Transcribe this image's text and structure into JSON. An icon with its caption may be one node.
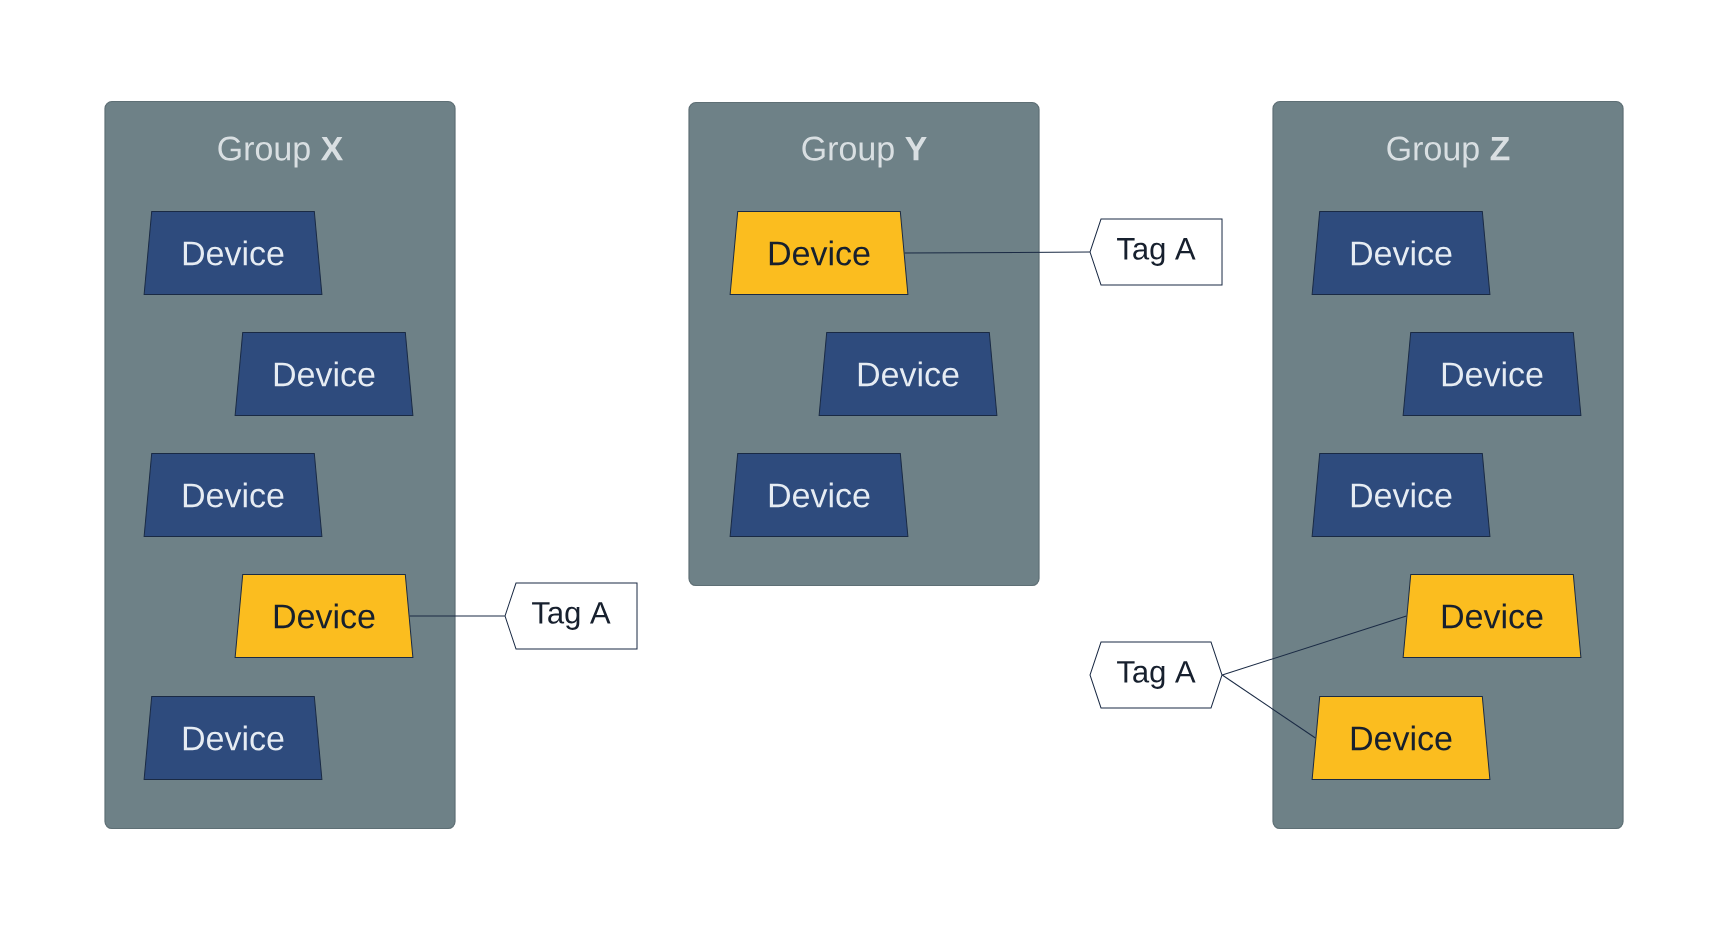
{
  "diagram": {
    "nodes": [
      {
        "text": [
          "Group **X**"
        ]
      },
      {
        "text": [
          "Device"
        ],
        "in": 0
      },
      {
        "text": [
          "Device"
        ],
        "in": 0
      },
      {
        "text": [
          "Device"
        ],
        "in": 0
      },
      {
        "text": [
          "Device"
        ],
        "in": 0
      },
      {
        "text": [
          "Device"
        ],
        "in": 0
      },
      {
        "text": [
          "Group **Y**"
        ]
      },
      {
        "text": [
          "Device"
        ],
        "in": 6
      },
      {
        "text": [
          "Device"
        ],
        "in": 6
      },
      {
        "text": [
          "Device"
        ],
        "in": 6
      },
      {
        "text": [
          "Group **Z**"
        ]
      },
      {
        "text": [
          "Device"
        ],
        "in": 10
      },
      {
        "text": [
          "Device"
        ],
        "in": 10
      },
      {
        "text": [
          "Device"
        ],
        "in": 10
      },
      {
        "text": [
          "Device"
        ],
        "in": 10
      },
      {
        "text": [
          "Device"
        ],
        "in": 10
      },
      {
        "text": [
          "Tag A"
        ]
      },
      {
        "text": [
          "Tag A"
        ]
      },
      {
        "text": [
          "Tag A"
        ]
      }
    ],
    "edges": [
      {
        "from": 4,
        "to": 16,
        "arrow": "none"
      },
      {
        "from": 7,
        "to": 17,
        "arrow": "none"
      },
      {
        "from": 14,
        "to": 18,
        "arrow": "none"
      },
      {
        "from": 15,
        "to": 18,
        "arrow": "none"
      }
    ]
  }
}
